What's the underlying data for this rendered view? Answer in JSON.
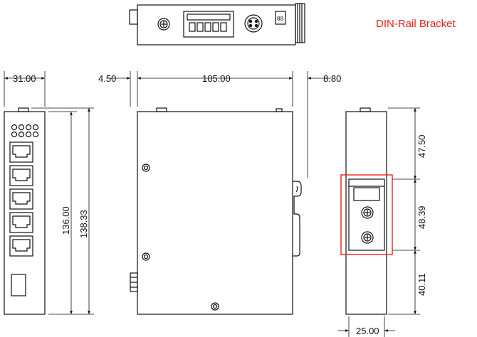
{
  "callout": {
    "label": "DIN-Rail Bracket",
    "color": "#e8231c"
  },
  "colors": {
    "line": "#111111",
    "highlight": "#e8231c",
    "background": "#ffffff"
  },
  "dimensions": {
    "front_width": "31.00",
    "front_height_inner": "136.00",
    "front_height_total": "138.33",
    "side_offset_left": "4.50",
    "side_depth": "105.00",
    "side_offset_right": "8.80",
    "rear_top": "47.50",
    "rear_bracket": "48.39",
    "rear_bottom": "40.11",
    "rear_width": "25.00"
  },
  "icons": [
    "rj45-port-icon",
    "led-indicator-icon",
    "terminal-block-icon",
    "dip-switch-icon",
    "screw-icon",
    "power-jack-icon"
  ],
  "device": {
    "dip_switch_label": "88"
  }
}
